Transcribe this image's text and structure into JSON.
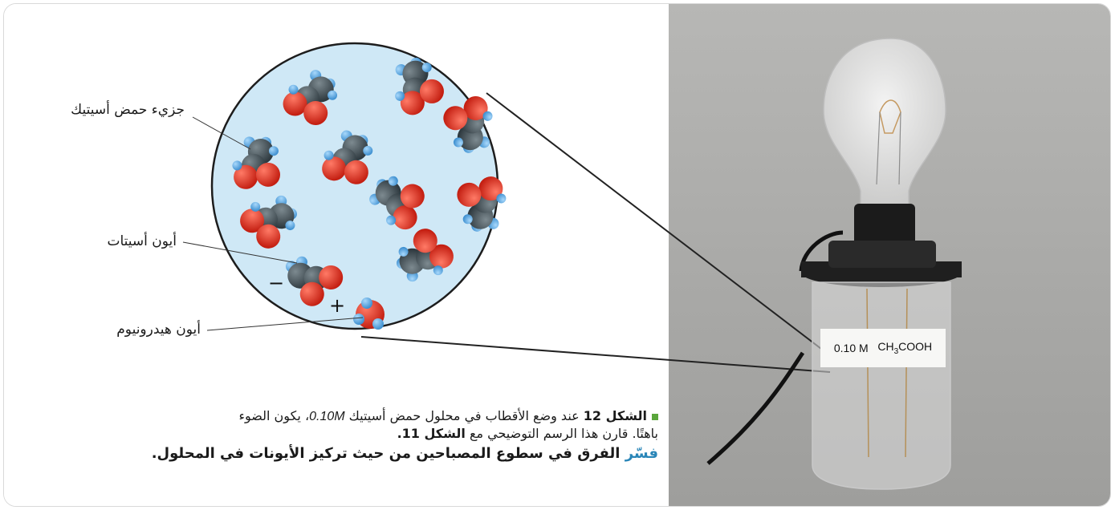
{
  "labels": {
    "acetic_acid_molecule": "جزيء حمض أسيتيك",
    "acetate_ion": "أيون أسيتات",
    "hydronium_ion": "أيون هيدرونيوم",
    "minus_sign": "−",
    "plus_sign": "+"
  },
  "caption": {
    "figure_ref": "الشكل 12",
    "line1_text": "عند وضع الأقطاب في محلول حمض أسيتيك ",
    "concentration": "0.10M",
    "line1_end": "، يكون الضوء",
    "line2_text": "باهتًا. قارن هذا الرسم التوضيحي مع ",
    "compare_ref": "الشكل 11.",
    "explain_word": "فسّر",
    "question": "الفرق في سطوع المصباحين من حيث تركيز الأيونات في المحلول."
  },
  "jar_label": {
    "molarity": "0.10 M",
    "formula_prefix": "CH",
    "formula_sub": "3",
    "formula_suffix": "COOH"
  },
  "colors": {
    "circle_fill": "#cfe8f6",
    "carbon": "#3e4a50",
    "oxygen": "#e23a2a",
    "hydrogen": "#5aa9e6",
    "accent_green": "#5aa63c",
    "accent_blue": "#2a86b8"
  }
}
